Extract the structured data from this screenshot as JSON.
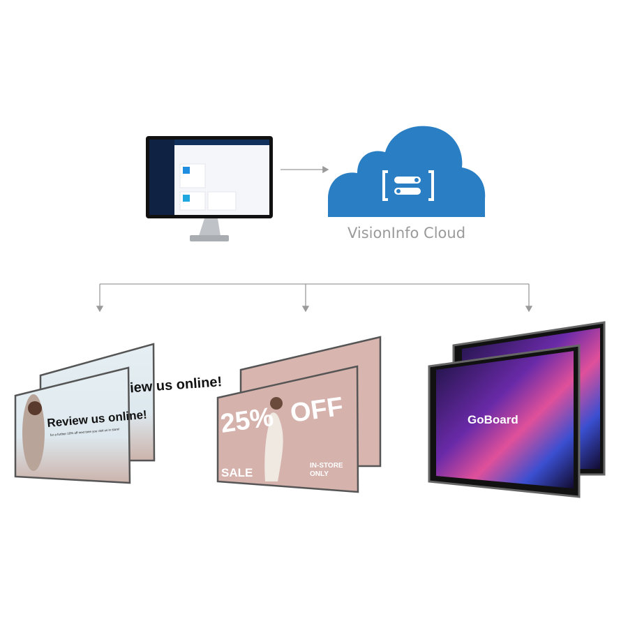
{
  "cloud": {
    "label": "VisionInfo Cloud",
    "color": "#2a7fc4"
  },
  "screens": {
    "left": {
      "headline": "Review us online!",
      "subtext": "for a further 10% off next time you visit us in store!"
    },
    "middle": {
      "headline_a": "25%",
      "headline_b": "OFF",
      "sale": "SALE",
      "note_1": "IN-STORE",
      "note_2": "ONLY"
    },
    "right": {
      "brand": "GoBoard"
    }
  },
  "colors": {
    "connector": "#9a9a9a",
    "bezel": "#1a1a1a",
    "pink": "#d9b5b0",
    "sky": "#dde9ef"
  }
}
